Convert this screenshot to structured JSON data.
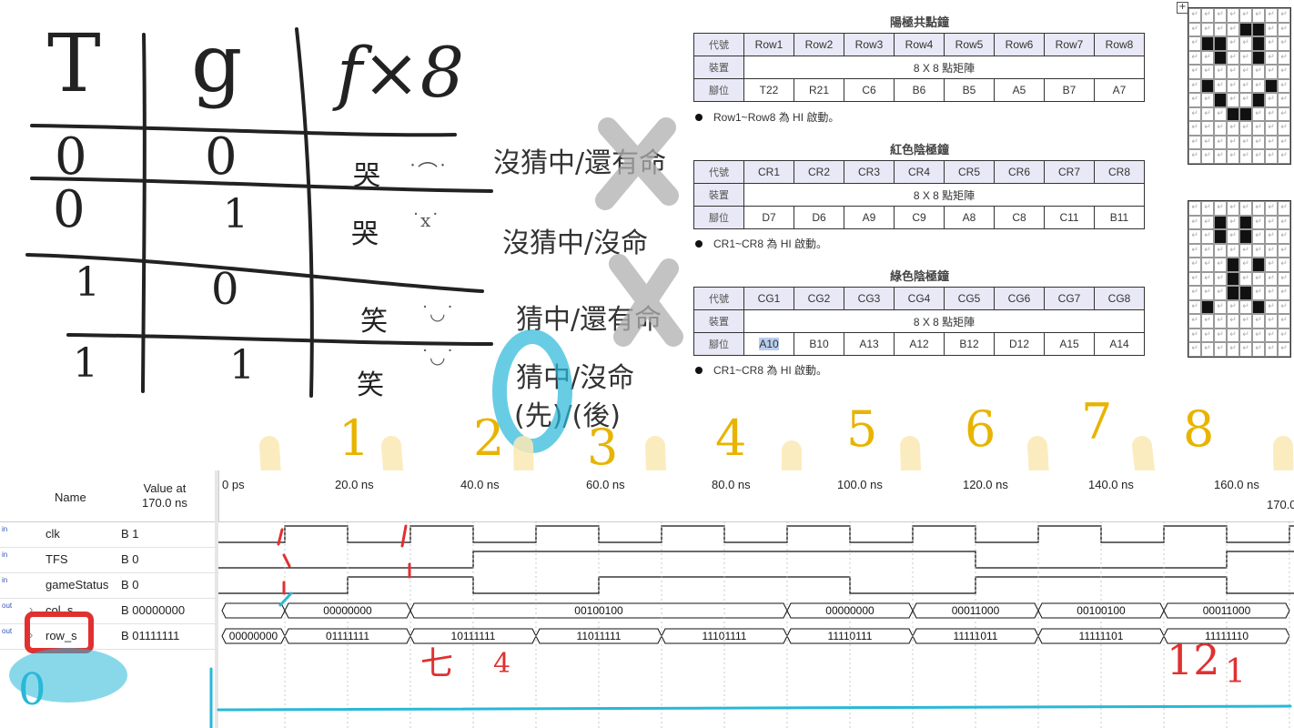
{
  "truth_table": {
    "headers": [
      "T",
      "g",
      "f×8"
    ],
    "rows": [
      {
        "t": "0",
        "g": "0",
        "face": "哭",
        "emo": "˙⌒˙",
        "desc": "沒猜中/還有命"
      },
      {
        "t": "0",
        "g": "1",
        "face": "哭",
        "emo": "˙x˙",
        "desc": "沒猜中/沒命"
      },
      {
        "t": "1",
        "g": "0",
        "face": "笑",
        "emo": "˙◡˙",
        "desc": "猜中/還有命"
      },
      {
        "t": "1",
        "g": "1",
        "face": "笑",
        "emo": "˙◡˙",
        "desc": "猜中/沒命"
      }
    ],
    "note": "(先)/(後)"
  },
  "pin_tables": [
    {
      "title": "陽極共點鐘",
      "code_label": "代號",
      "device_label": "裝置",
      "pin_label": "腳位",
      "cols": [
        "Row1",
        "Row2",
        "Row3",
        "Row4",
        "Row5",
        "Row6",
        "Row7",
        "Row8"
      ],
      "device": "8 X 8  點矩陣",
      "pins": [
        "T22",
        "R21",
        "C6",
        "B6",
        "B5",
        "A5",
        "B7",
        "A7"
      ],
      "note": "Row1~Row8 為 HI 啟動。"
    },
    {
      "title": "紅色陰極鐘",
      "code_label": "代號",
      "device_label": "裝置",
      "pin_label": "腳位",
      "cols": [
        "CR1",
        "CR2",
        "CR3",
        "CR4",
        "CR5",
        "CR6",
        "CR7",
        "CR8"
      ],
      "device": "8 X 8  點矩陣",
      "pins": [
        "D7",
        "D6",
        "A9",
        "C9",
        "A8",
        "C8",
        "C11",
        "B11"
      ],
      "note": "CR1~CR8 為 HI 啟動。"
    },
    {
      "title": "綠色陰極鐘",
      "code_label": "代號",
      "device_label": "裝置",
      "pin_label": "腳位",
      "cols": [
        "CG1",
        "CG2",
        "CG3",
        "CG4",
        "CG5",
        "CG6",
        "CG7",
        "CG8"
      ],
      "device": "8 X 8  點矩陣",
      "pins": [
        "A10",
        "B10",
        "A13",
        "A12",
        "B12",
        "D12",
        "A15",
        "A14"
      ],
      "note": "CR1~CR8 為 HI 啟動。"
    }
  ],
  "matrices": {
    "top_on": [
      [
        1,
        4
      ],
      [
        1,
        5
      ],
      [
        2,
        1
      ],
      [
        2,
        2
      ],
      [
        2,
        5
      ],
      [
        3,
        2
      ],
      [
        3,
        5
      ],
      [
        5,
        1
      ],
      [
        5,
        6
      ],
      [
        6,
        2
      ],
      [
        6,
        5
      ],
      [
        7,
        3
      ],
      [
        7,
        4
      ]
    ],
    "bottom_on": [
      [
        1,
        2
      ],
      [
        1,
        4
      ],
      [
        2,
        2
      ],
      [
        2,
        4
      ],
      [
        4,
        3
      ],
      [
        4,
        5
      ],
      [
        5,
        3
      ],
      [
        6,
        3
      ],
      [
        6,
        4
      ],
      [
        7,
        1
      ],
      [
        7,
        5
      ]
    ],
    "cell_glyph": "↵"
  },
  "waveform": {
    "header_name": "Name",
    "header_value": "Value at\n170.0 ns",
    "time_ticks": [
      "0 ps",
      "20.0 ns",
      "40.0 ns",
      "60.0 ns",
      "80.0 ns",
      "100.0 ns",
      "120.0 ns",
      "140.0 ns",
      "160.0 ns",
      "170.0"
    ],
    "signals": [
      {
        "dir": "in",
        "name": "clk",
        "value": "B 1"
      },
      {
        "dir": "in",
        "name": "TFS",
        "value": "B 0"
      },
      {
        "dir": "in",
        "name": "gameStatus",
        "value": "B 0"
      },
      {
        "dir": "out",
        "name": "col_s",
        "value": "B 00000000"
      },
      {
        "dir": "out",
        "name": "row_s",
        "value": "B 01111111"
      }
    ],
    "col_s_segments": [
      "00000000",
      "00100100",
      "00000000",
      "00011000",
      "00100100",
      "00011000"
    ],
    "row_s_segments": [
      "00000000",
      "01111111",
      "10111111",
      "11011111",
      "11101111",
      "11110111",
      "11111011",
      "11111101",
      "11111110"
    ]
  },
  "annotations": {
    "numbers": [
      "1",
      "2",
      "3",
      "4",
      "5",
      "6",
      "7",
      "8"
    ],
    "red_notes": [
      "七",
      "4",
      "12",
      "1"
    ],
    "cyan_note": "0"
  },
  "colors": {
    "ink": "#222222",
    "yellow": "#e8b400",
    "yellow_band": "#fbe9b6",
    "red": "#e03030",
    "cyan": "#28b8d8",
    "gray_x": "#b0b0b0"
  }
}
